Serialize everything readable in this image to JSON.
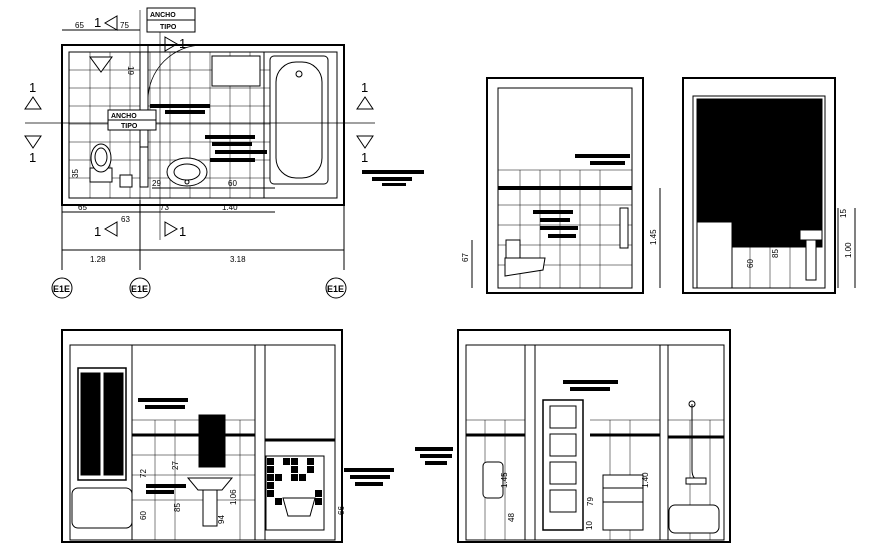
{
  "plan": {
    "dims_top": [
      "65",
      "75"
    ],
    "dims_right_small": [
      "19"
    ],
    "dim_left": "35",
    "dims_bottom_inner": [
      "29",
      "60"
    ],
    "dims_bottom": [
      "65",
      "73",
      "1.40"
    ],
    "dim_bottom_small": "63",
    "dims_overall": [
      "1.28",
      "3.18"
    ],
    "axis_labels": [
      "E1E",
      "E1E",
      "E1E"
    ],
    "section_marks": [
      "1",
      "1",
      "1",
      "1",
      "1",
      "1",
      "1",
      "1"
    ],
    "stamp_text": [
      "ANCHO",
      "TIPO"
    ]
  },
  "elev_tr1": {
    "dims": [
      "67",
      "1.45"
    ]
  },
  "elev_tr2": {
    "dims": [
      "60",
      "85",
      "1.00",
      "15"
    ]
  },
  "elev_bl": {
    "dims": [
      "72",
      "27",
      "1.06",
      "85",
      "60",
      "94",
      "66"
    ]
  },
  "elev_br": {
    "dims": [
      "1.45",
      "79",
      "1.40",
      "48",
      "10"
    ]
  },
  "colors": {
    "ink": "#000000",
    "paper": "#ffffff",
    "fill": "#000000"
  }
}
